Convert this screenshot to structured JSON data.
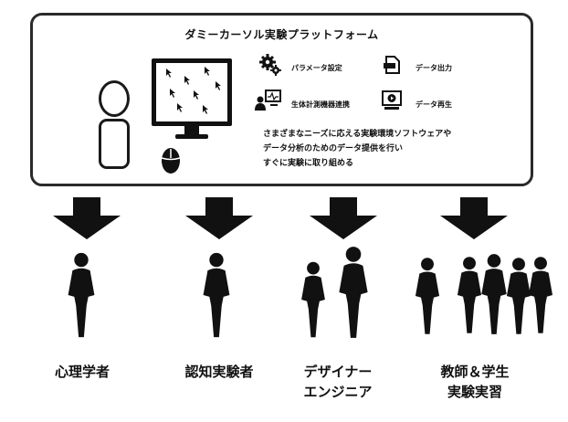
{
  "platform": {
    "title": "ダミーカーソル実験プラットフォーム",
    "features": [
      {
        "icon": "gears-icon",
        "label": "パラメータ設定"
      },
      {
        "icon": "data-output-icon",
        "label": "データ出力"
      },
      {
        "icon": "biometric-link-icon",
        "label": "生体計測機器連携"
      },
      {
        "icon": "data-playback-icon",
        "label": "データ再生"
      }
    ],
    "description": [
      "さまざまなニーズに応える実験環境ソフトウェアや",
      "データ分析のためのデータ提供を行い",
      "すぐに実験に取り組める"
    ]
  },
  "audiences": [
    {
      "lines": [
        "心理学者"
      ],
      "people": 1
    },
    {
      "lines": [
        "認知実験者"
      ],
      "people": 1
    },
    {
      "lines": [
        "デザイナー",
        "エンジニア"
      ],
      "people": 2
    },
    {
      "lines": [
        "教師＆学生",
        "実験実習"
      ],
      "people": 5
    }
  ],
  "colors": {
    "ink": "#111111",
    "frame": "#2a2a2a",
    "background": "#ffffff"
  }
}
